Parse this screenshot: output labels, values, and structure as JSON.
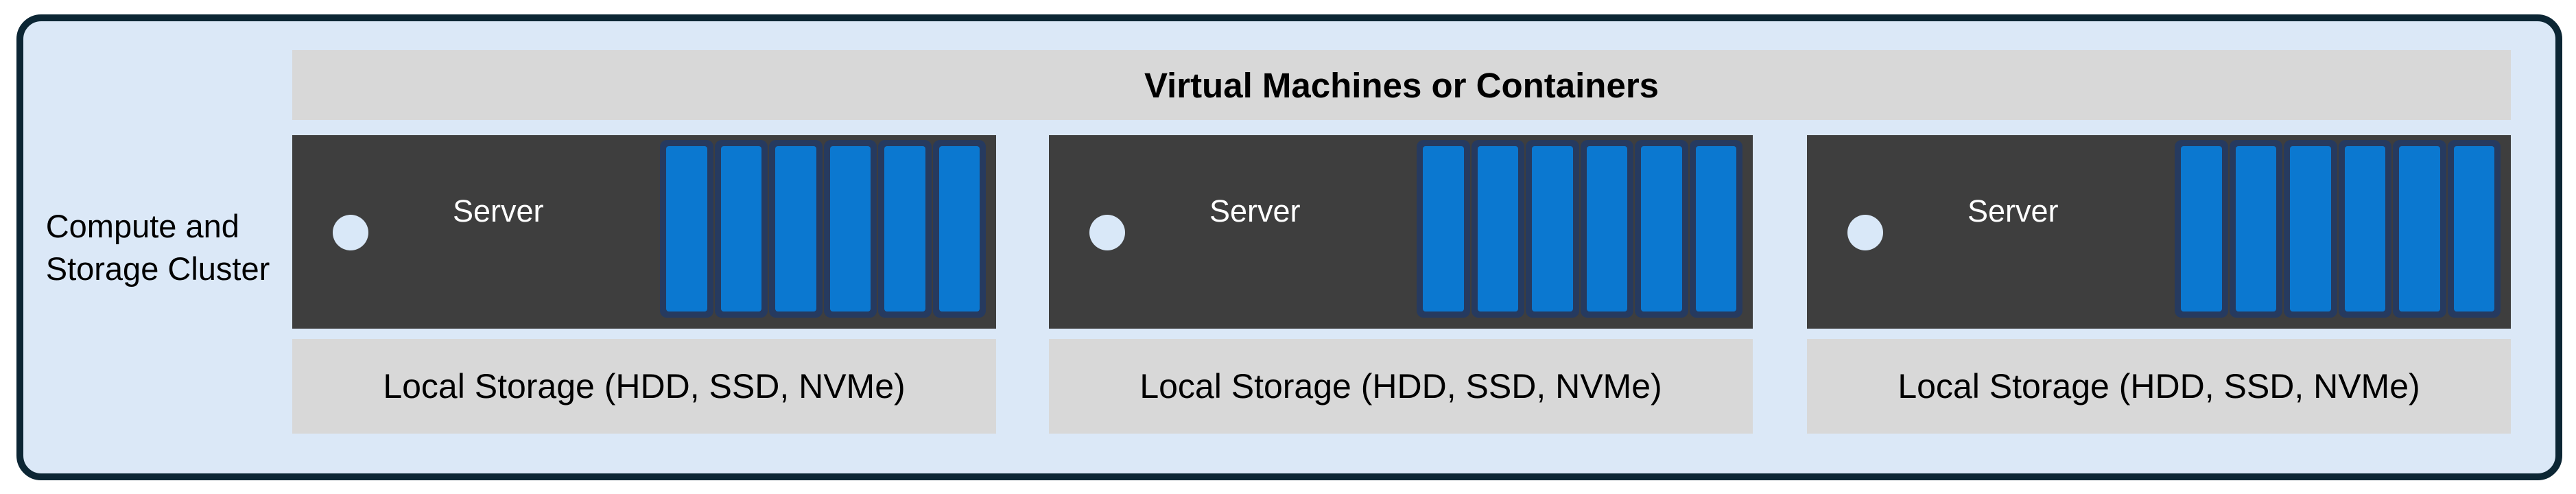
{
  "diagram": {
    "cluster_label": "Compute and\nStorage Cluster",
    "vm_bar": {
      "title": "Virtual Machines or Containers"
    },
    "servers": [
      {
        "name": "Server",
        "disk_count": 6,
        "storage_label": "Local Storage (HDD, SSD, NVMe)"
      },
      {
        "name": "Server",
        "disk_count": 6,
        "storage_label": "Local Storage (HDD, SSD, NVMe)"
      },
      {
        "name": "Server",
        "disk_count": 6,
        "storage_label": "Local Storage (HDD, SSD, NVMe)"
      }
    ],
    "colors": {
      "container_fill": "#dbe8f7",
      "container_border": "#0c2634",
      "bar_gray": "#d8d8d8",
      "server_gray": "#3e3e3e",
      "disk_blue": "#0b78d0",
      "disk_frame_navy": "#263a5f",
      "led_light": "#d9e8f8"
    }
  }
}
